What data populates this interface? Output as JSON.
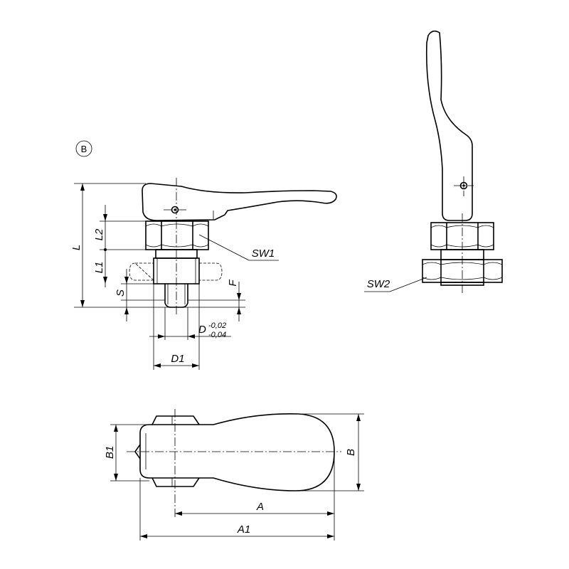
{
  "view_marker": "B",
  "labels": {
    "L": "L",
    "L1": "L1",
    "L2": "L2",
    "S": "S",
    "F": "F",
    "SW1": "SW1",
    "SW2": "SW2",
    "D": "D",
    "D_tol_upper": "-0,02",
    "D_tol_lower": "-0,04",
    "D1": "D1",
    "B": "B",
    "B1": "B1",
    "A": "A",
    "A1": "A1"
  }
}
